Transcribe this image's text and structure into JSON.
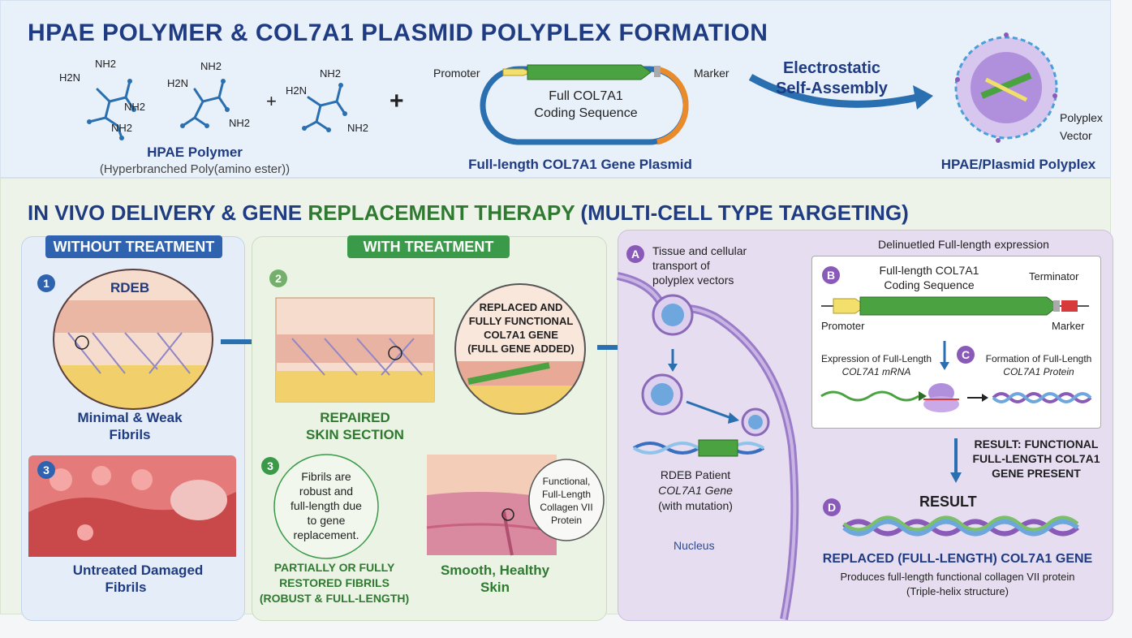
{
  "top": {
    "title": "HPAE POLYMER & COL7A1 PLASMID POLYPLEX FORMATION",
    "chem": {
      "nh2": "NH2",
      "h2n": "H2N"
    },
    "plus": "+",
    "polymer_label": "HPAE Polymer",
    "polymer_sub": "(Hyperbranched Poly(amino ester))",
    "plasmid": {
      "promoter": "Promoter",
      "marker": "Marker",
      "inner_line1": "Full COL7A1",
      "inner_line2": "Coding Sequence",
      "label": "Full-length COL7A1 Gene Plasmid"
    },
    "assembly_line1": "Electrostatic",
    "assembly_line2": "Self-Assembly",
    "polyplex_line1": "Polyplex",
    "polyplex_line2": "Vector",
    "polyplex_label": "HPAE/Plasmid Polyplex"
  },
  "bottom": {
    "title_part1": "IN VIVO DELIVERY & GENE ",
    "title_part2": "REPLACEMENT THERAPY",
    "title_part3": " (MULTI-CELL TYPE TARGETING)",
    "without": {
      "tag": "WITHOUT TREATMENT",
      "step1": "1",
      "rdeb": "RDEB",
      "label_line1": "Minimal & Weak",
      "label_line2": "Fibrils",
      "step3": "3",
      "damaged_line1": "Untreated Damaged",
      "damaged_line2": "Fibrils"
    },
    "with": {
      "tag": "WITH TREATMENT",
      "step2": "2",
      "zoom_line1": "REPLACED AND",
      "zoom_line2": "FULLY FUNCTIONAL",
      "zoom_line3": "COL7A1 GENE",
      "zoom_line4": "(FULL GENE ADDED)",
      "repaired_line1": "REPAIRED",
      "repaired_line2": "SKIN SECTION",
      "step3": "3",
      "fibrils_line1": "Fibrils are",
      "fibrils_line2": "robust and",
      "fibrils_line3": "full-length due",
      "fibrils_line4": "to gene",
      "fibrils_line5": "replacement.",
      "restored_line1": "PARTIALLY OR FULLY",
      "restored_line2": "RESTORED FIBRILS",
      "restored_line3": "(ROBUST & FULL-LENGTH)",
      "func_line1": "Functional,",
      "func_line2": "Full-Length",
      "func_line3": "Collagen VII",
      "func_line4": "Protein",
      "healthy_line1": "Smooth, Healthy",
      "healthy_line2": "Skin"
    },
    "cell": {
      "a": "A",
      "a_line1": "Tissue and cellular",
      "a_line2": "transport of",
      "a_line3": "polyplex vectors",
      "expr_title": "Delinuetled Full-length expression",
      "b": "B",
      "b_line1": "Full-length COL7A1",
      "b_line2": "Coding Sequence",
      "terminator": "Terminator",
      "promoter": "Promoter",
      "marker": "Marker",
      "mrna_line1": "Expression of Full-Length",
      "mrna_line2": "COL7A1 mRNA",
      "c": "C",
      "protein_line1": "Formation of Full-Length",
      "protein_line2": "COL7A1 Protein",
      "patient_line1": "RDEB Patient",
      "patient_line2": "COL7A1 Gene",
      "patient_line3": "(with mutation)",
      "nucleus": "Nucleus",
      "result1_line1": "RESULT: FUNCTIONAL",
      "result1_line2": "FULL-LENGTH COL7A1",
      "result1_line3": "GENE PRESENT",
      "d": "D",
      "result": "RESULT",
      "replaced": "REPLACED (FULL-LENGTH) COL7A1 GENE",
      "produces": "Produces full-length functional collagen VII protein",
      "triple": "(Triple-helix structure)"
    }
  }
}
